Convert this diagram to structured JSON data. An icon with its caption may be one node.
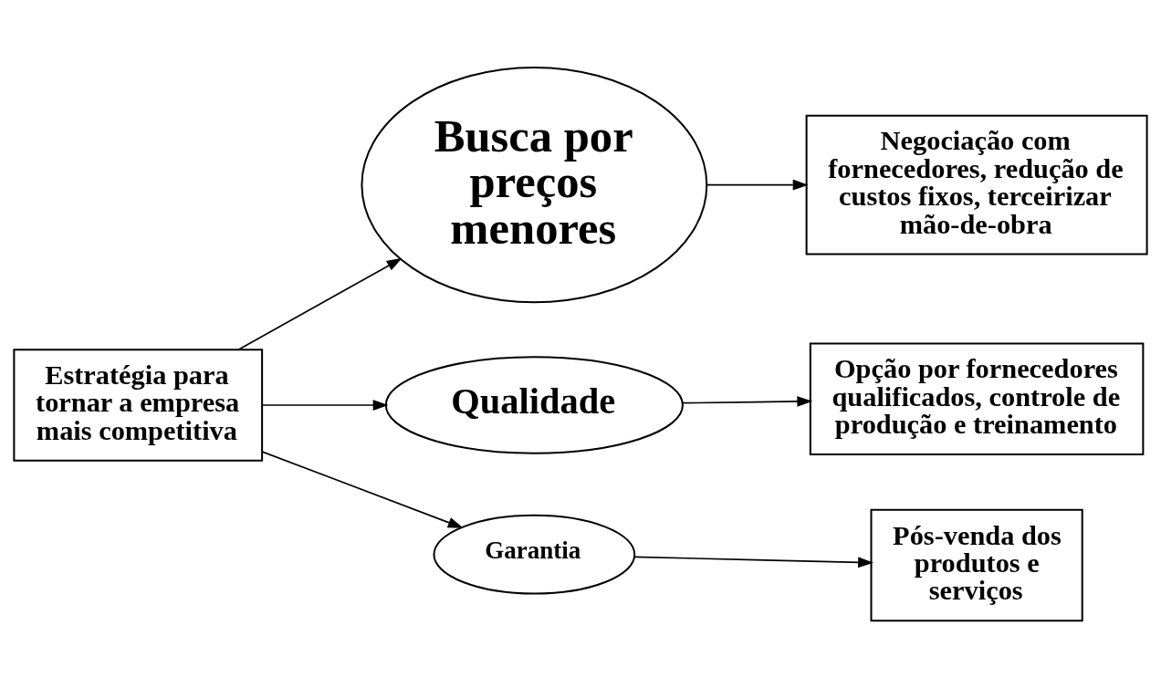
{
  "diagram": {
    "nodes": [
      {
        "text": [
          "Estratégia para tornar a empresa mais competitiva"
        ]
      },
      {
        "text": [
          "Busca por preços menores"
        ]
      },
      {
        "text": [
          "Qualidade"
        ]
      },
      {
        "text": [
          "Garantia"
        ]
      },
      {
        "text": [
          "Negociação com fornecedores, redução de custos fixos, terceirizar mão-de-obra"
        ]
      },
      {
        "text": [
          "Opção por fornecedores qualificados, controle de produção e treinamento"
        ]
      },
      {
        "text": [
          "Pós-venda dos produtos e serviços"
        ]
      }
    ],
    "edges": [
      {
        "from": 0,
        "to": 1,
        "arrow": "to"
      },
      {
        "from": 0,
        "to": 2,
        "arrow": "to"
      },
      {
        "from": 0,
        "to": 3,
        "arrow": "to"
      },
      {
        "from": 1,
        "to": 4,
        "arrow": "to"
      },
      {
        "from": 2,
        "to": 5,
        "arrow": "to"
      },
      {
        "from": 3,
        "to": 6,
        "arrow": "to"
      }
    ]
  }
}
